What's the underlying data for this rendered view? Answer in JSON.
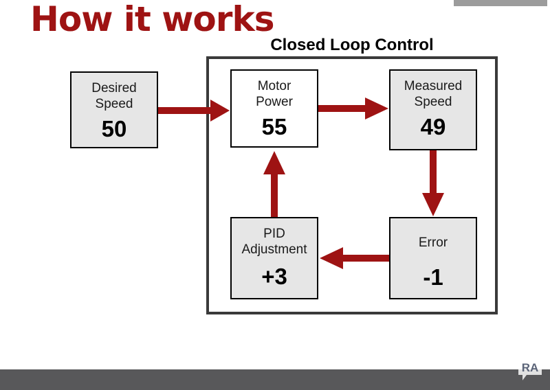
{
  "slide": {
    "title": "How it works",
    "title_color": "#9e1313",
    "background_color": "#ffffff",
    "bottom_band_color": "#58585a",
    "top_bar_color": "#9c9c9c"
  },
  "diagram": {
    "heading": "Closed Loop Control",
    "frame_border_color": "#3a3a3a",
    "arrow_color": "#9e1313",
    "node_fill_gray": "#e6e6e6",
    "node_fill_white": "#ffffff",
    "node_border_color": "#000000",
    "nodes": [
      {
        "id": "desired",
        "label": "Desired\nSpeed",
        "value": "50",
        "fill": "gray"
      },
      {
        "id": "motor",
        "label": "Motor\nPower",
        "value": "55",
        "fill": "white"
      },
      {
        "id": "measured",
        "label": "Measured\nSpeed",
        "value": "49",
        "fill": "gray"
      },
      {
        "id": "pid",
        "label": "PID\nAdjustment",
        "value": "+3",
        "fill": "gray"
      },
      {
        "id": "error",
        "label": "Error",
        "value": "-1",
        "fill": "gray"
      }
    ],
    "arrows": [
      {
        "id": "desired-to-motor",
        "from": "desired",
        "to": "motor",
        "direction": "right"
      },
      {
        "id": "motor-to-measured",
        "from": "motor",
        "to": "measured",
        "direction": "right"
      },
      {
        "id": "measured-to-error",
        "from": "measured",
        "to": "error",
        "direction": "down"
      },
      {
        "id": "error-to-pid",
        "from": "error",
        "to": "pid",
        "direction": "left"
      },
      {
        "id": "pid-to-motor",
        "from": "pid",
        "to": "motor",
        "direction": "up"
      }
    ]
  },
  "watermark": {
    "text": "RA",
    "color": "#5b6478"
  }
}
